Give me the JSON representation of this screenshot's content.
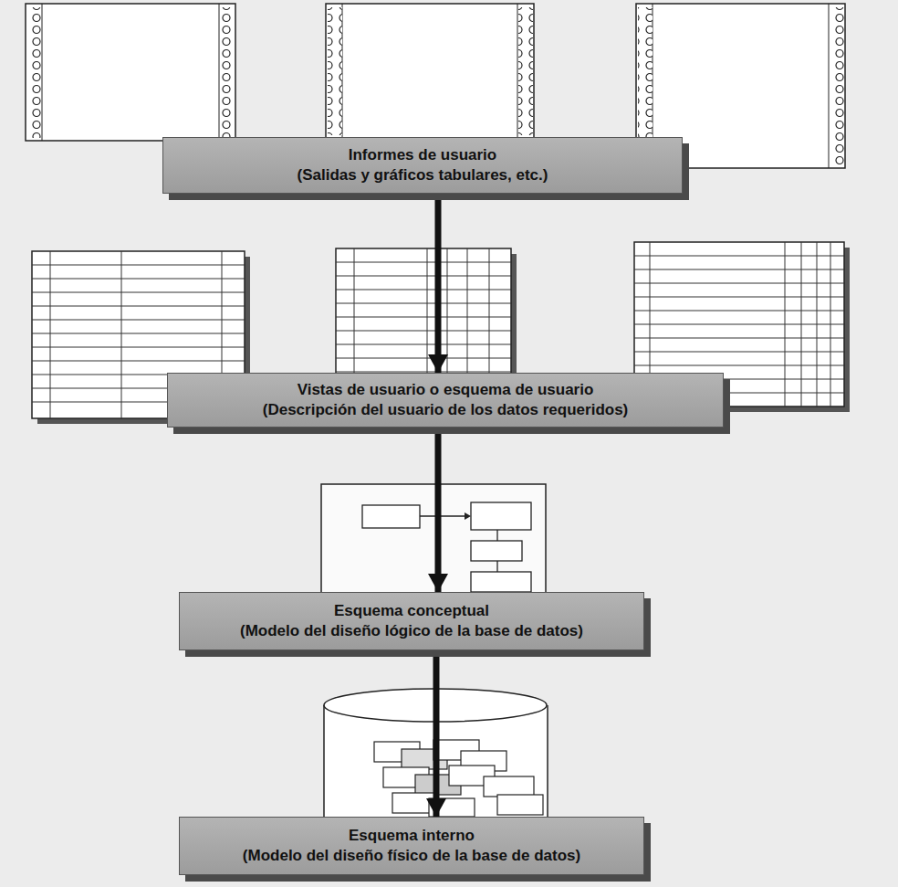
{
  "diagram": {
    "nodes": [
      {
        "text": [
          "Informes de usuario",
          "(Salidas y gráficos tabulares, etc.)"
        ]
      },
      {
        "text": [
          "Vistas de usuario o esquema de usuario",
          "(Descripción del usuario de los datos requeridos)"
        ]
      },
      {
        "text": [
          "Esquema conceptual",
          "(Modelo del diseño lógico de la base de datos)"
        ]
      },
      {
        "text": [
          "Esquema interno",
          "(Modelo del diseño físico de la base de datos)"
        ]
      }
    ],
    "edges": [
      {
        "from": 0,
        "to": 1,
        "arrow": "to"
      },
      {
        "from": 1,
        "to": 2,
        "arrow": "to"
      },
      {
        "from": 2,
        "to": 3,
        "arrow": "to"
      }
    ]
  }
}
